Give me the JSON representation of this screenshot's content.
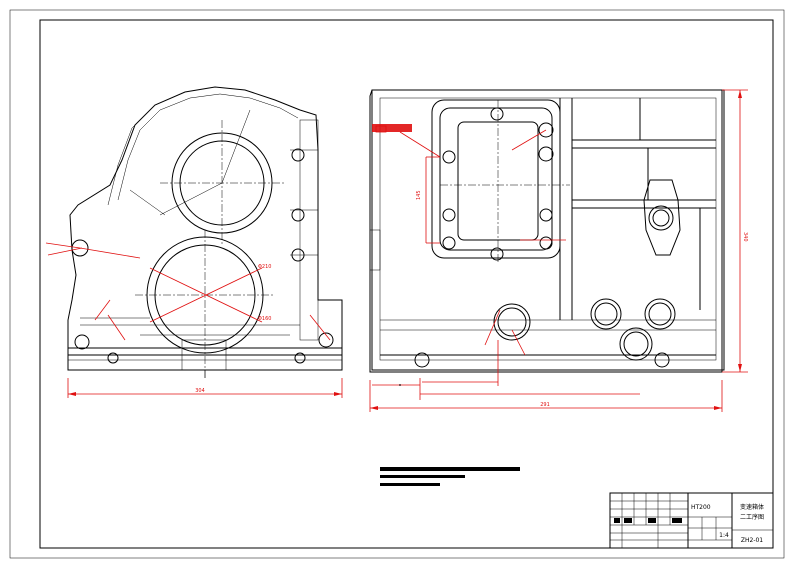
{
  "title_block": {
    "material": "HT200",
    "drawing_name_line1": "变速箱体",
    "drawing_name_line2": "二工序图",
    "drawing_number": "ZH2-01",
    "scale": "1:4"
  },
  "dimensions": {
    "front_overall_width": "304",
    "side_overall_width": "291",
    "side_overall_height": "340",
    "window_height": "145",
    "bore_large": "Φ210",
    "bore_small": "Φ160"
  },
  "colors": {
    "outline": "#000000",
    "dimension": "#e01010",
    "background": "#ffffff"
  }
}
